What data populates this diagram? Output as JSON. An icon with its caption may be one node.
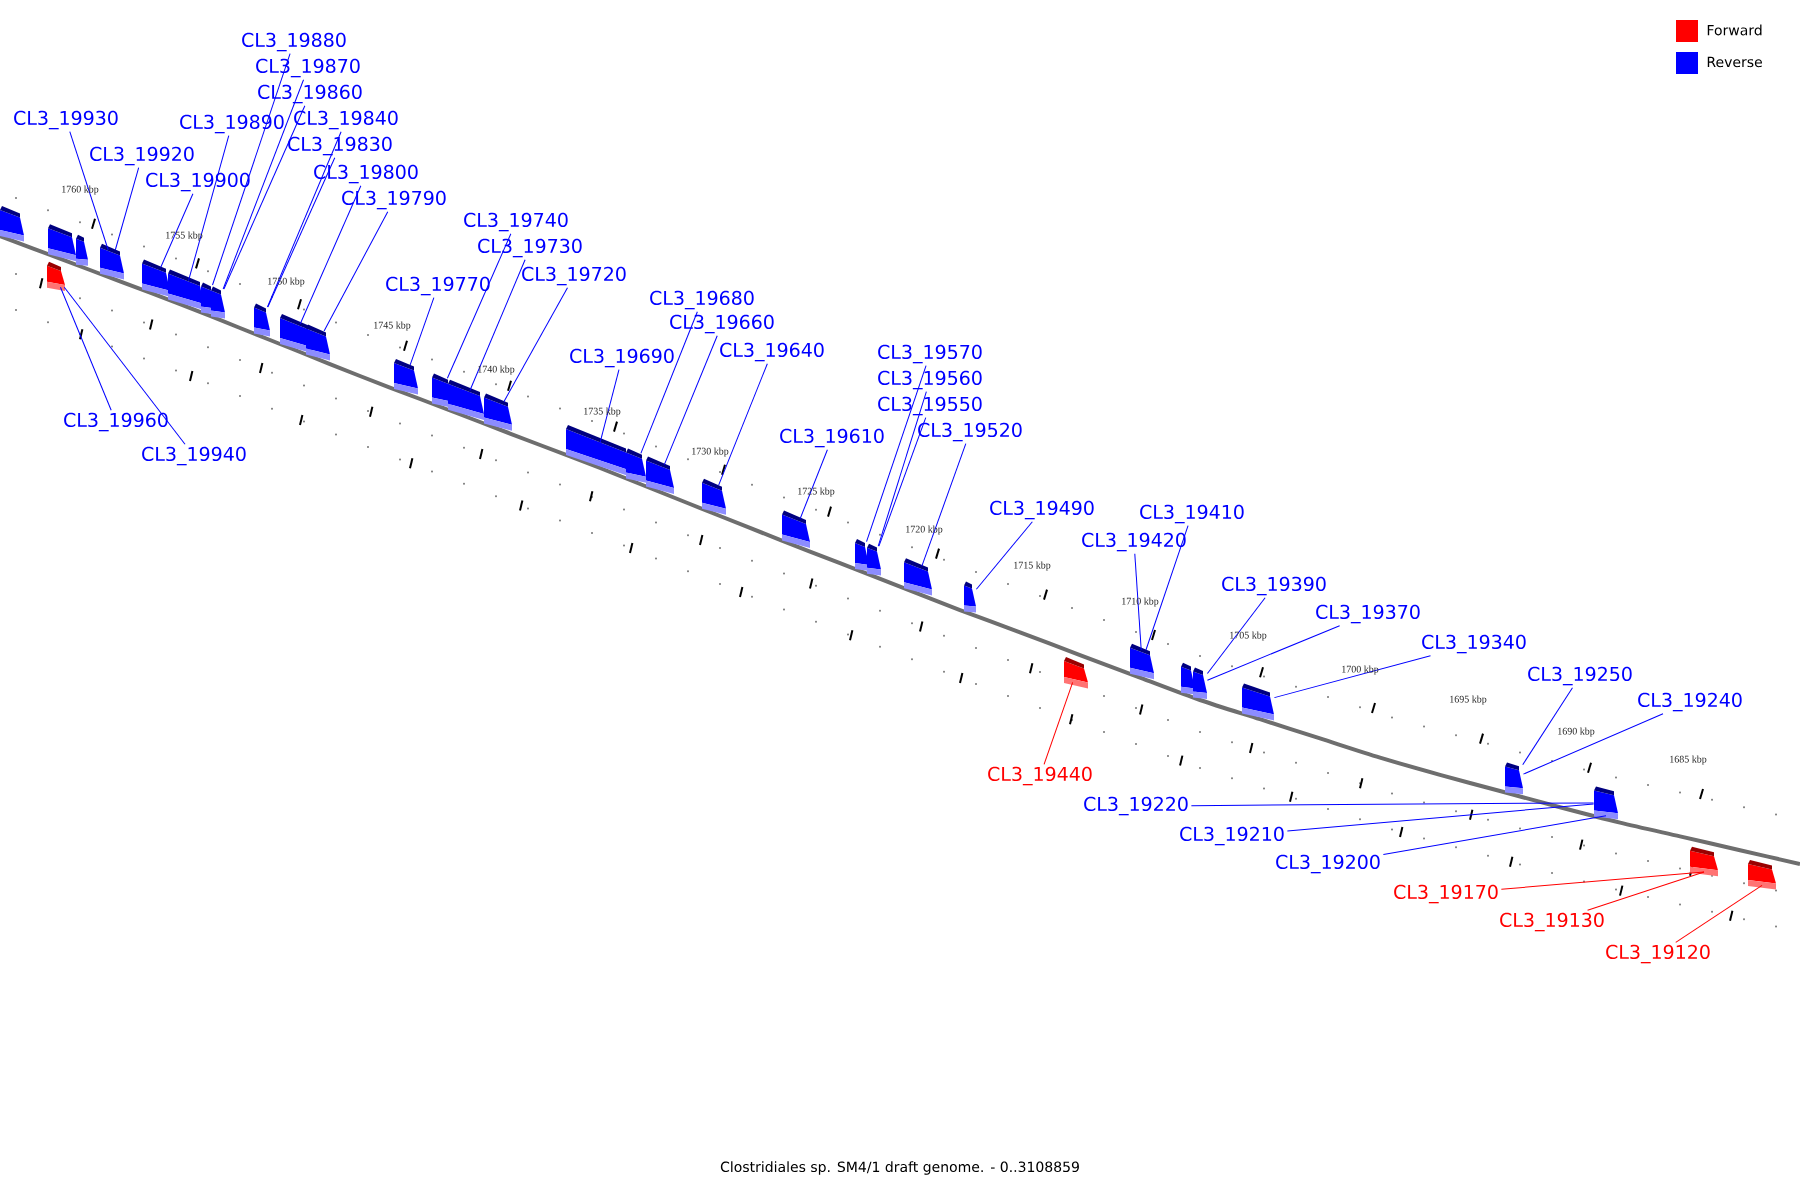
{
  "diagram": {
    "caption": "Clostridiales sp. SM4/1 draft genome. - 0..3108859",
    "nodes": [
      {
        "text": [
          "CL3_19880"
        ]
      },
      {
        "text": [
          "CL3_19870"
        ]
      },
      {
        "text": [
          "CL3_19860"
        ]
      },
      {
        "text": [
          "CL3_19930"
        ]
      },
      {
        "text": [
          "CL3_19840"
        ]
      },
      {
        "text": [
          "CL3_19890"
        ]
      },
      {
        "text": [
          "CL3_19830"
        ]
      },
      {
        "text": [
          "CL3_19920"
        ]
      },
      {
        "text": [
          "CL3_19800"
        ]
      },
      {
        "text": [
          "CL3_19900"
        ]
      },
      {
        "text": [
          "CL3_19790"
        ]
      },
      {
        "text": [
          "CL3_19740"
        ]
      },
      {
        "text": [
          "CL3_19730"
        ]
      },
      {
        "text": [
          "CL3_19720"
        ]
      },
      {
        "text": [
          "CL3_19770"
        ]
      },
      {
        "text": [
          "CL3_19680"
        ]
      },
      {
        "text": [
          "CL3_19660"
        ]
      },
      {
        "text": [
          "CL3_19640"
        ]
      },
      {
        "text": [
          "CL3_19570"
        ]
      },
      {
        "text": [
          "CL3_19690"
        ]
      },
      {
        "text": [
          "CL3_19560"
        ]
      },
      {
        "text": [
          "CL3_19550"
        ]
      },
      {
        "text": [
          "CL3_19960"
        ]
      },
      {
        "text": [
          "CL3_19520"
        ]
      },
      {
        "text": [
          "CL3_19610"
        ]
      },
      {
        "text": [
          "CL3_19940"
        ]
      },
      {
        "text": [
          "CL3_19490"
        ]
      },
      {
        "text": [
          "CL3_19410"
        ]
      },
      {
        "text": [
          "CL3_19420"
        ]
      },
      {
        "text": [
          "CL3_19390"
        ]
      },
      {
        "text": [
          "CL3_19370"
        ]
      },
      {
        "text": [
          "CL3_19340"
        ]
      },
      {
        "text": [
          "CL3_19250"
        ]
      },
      {
        "text": [
          "CL3_19240"
        ]
      },
      {
        "text": [
          "CL3_19440"
        ]
      },
      {
        "text": [
          "CL3_19220"
        ]
      },
      {
        "text": [
          "CL3_19210"
        ]
      },
      {
        "text": [
          "CL3_19200"
        ]
      },
      {
        "text": [
          "CL3_19170"
        ]
      },
      {
        "text": [
          "CL3_19130"
        ]
      },
      {
        "text": [
          "CL3_19120"
        ]
      },
      {
        "text": [],
        "shape": "box"
      },
      {
        "text": [],
        "shape": "box"
      },
      {
        "text": [],
        "shape": "box"
      },
      {
        "text": [],
        "shape": "box"
      },
      {
        "text": [],
        "shape": "box"
      },
      {
        "text": [],
        "shape": "box"
      },
      {
        "text": [],
        "shape": "box"
      },
      {
        "text": [],
        "shape": "box"
      },
      {
        "text": [],
        "shape": "box"
      },
      {
        "text": [],
        "shape": "box"
      },
      {
        "text": [],
        "shape": "box"
      },
      {
        "text": [],
        "shape": "box"
      },
      {
        "text": [],
        "shape": "box"
      },
      {
        "text": [],
        "shape": "box"
      },
      {
        "text": [],
        "shape": "box"
      },
      {
        "text": [],
        "shape": "box"
      },
      {
        "text": [],
        "shape": "box"
      },
      {
        "text": [],
        "shape": "box"
      },
      {
        "text": [],
        "shape": "box"
      },
      {
        "text": [],
        "shape": "box"
      },
      {
        "text": [],
        "shape": "box"
      },
      {
        "text": [],
        "shape": "box"
      },
      {
        "text": [],
        "shape": "box"
      },
      {
        "text": [],
        "shape": "box"
      },
      {
        "text": [],
        "shape": "box"
      },
      {
        "text": [],
        "shape": "box"
      },
      {
        "text": [],
        "shape": "box"
      },
      {
        "text": [],
        "shape": "box"
      },
      {
        "text": [],
        "shape": "box"
      },
      {
        "text": [],
        "shape": "box"
      },
      {
        "text": [],
        "shape": "box"
      },
      {
        "text": [],
        "shape": "box"
      },
      {
        "text": [],
        "shape": "box"
      },
      {
        "text": [],
        "shape": "box"
      }
    ],
    "edges": [
      {
        "from": 0,
        "to": 48,
        "arrow": "none"
      },
      {
        "from": 1,
        "to": 49,
        "arrow": "none"
      },
      {
        "from": 2,
        "to": 49,
        "arrow": "none"
      },
      {
        "from": 3,
        "to": 45,
        "arrow": "none"
      },
      {
        "from": 4,
        "to": 50,
        "arrow": "none"
      },
      {
        "from": 5,
        "to": 47,
        "arrow": "none"
      },
      {
        "from": 6,
        "to": 50,
        "arrow": "none"
      },
      {
        "from": 7,
        "to": 45,
        "arrow": "none"
      },
      {
        "from": 8,
        "to": 51,
        "arrow": "none"
      },
      {
        "from": 9,
        "to": 46,
        "arrow": "none"
      },
      {
        "from": 10,
        "to": 52,
        "arrow": "none"
      },
      {
        "from": 11,
        "to": 54,
        "arrow": "none"
      },
      {
        "from": 12,
        "to": 55,
        "arrow": "none"
      },
      {
        "from": 13,
        "to": 56,
        "arrow": "none"
      },
      {
        "from": 14,
        "to": 53,
        "arrow": "none"
      },
      {
        "from": 15,
        "to": 58,
        "arrow": "none"
      },
      {
        "from": 16,
        "to": 59,
        "arrow": "none"
      },
      {
        "from": 17,
        "to": 60,
        "arrow": "none"
      },
      {
        "from": 18,
        "to": 62,
        "arrow": "none"
      },
      {
        "from": 19,
        "to": 57,
        "arrow": "none"
      },
      {
        "from": 20,
        "to": 63,
        "arrow": "none"
      },
      {
        "from": 21,
        "to": 63,
        "arrow": "none"
      },
      {
        "from": 22,
        "to": 42,
        "arrow": "none"
      },
      {
        "from": 23,
        "to": 64,
        "arrow": "none"
      },
      {
        "from": 24,
        "to": 61,
        "arrow": "none"
      },
      {
        "from": 25,
        "to": 42,
        "arrow": "none"
      },
      {
        "from": 26,
        "to": 65,
        "arrow": "none"
      },
      {
        "from": 27,
        "to": 67,
        "arrow": "none"
      },
      {
        "from": 28,
        "to": 67,
        "arrow": "none"
      },
      {
        "from": 29,
        "to": 69,
        "arrow": "none"
      },
      {
        "from": 30,
        "to": 69,
        "arrow": "none"
      },
      {
        "from": 31,
        "to": 70,
        "arrow": "none"
      },
      {
        "from": 32,
        "to": 71,
        "arrow": "none"
      },
      {
        "from": 33,
        "to": 71,
        "arrow": "none"
      },
      {
        "from": 34,
        "to": 66,
        "arrow": "none",
        "color": "#ff0000"
      },
      {
        "from": 35,
        "to": 72,
        "arrow": "none"
      },
      {
        "from": 36,
        "to": 72,
        "arrow": "none"
      },
      {
        "from": 37,
        "to": 72,
        "arrow": "none"
      },
      {
        "from": 38,
        "to": 73,
        "arrow": "none",
        "color": "#ff0000"
      },
      {
        "from": 39,
        "to": 73,
        "arrow": "none",
        "color": "#ff0000"
      },
      {
        "from": 40,
        "to": 74,
        "arrow": "none",
        "color": "#ff0000"
      }
    ],
    "labels": [
      "1760 kbp",
      "1755 kbp",
      "1750 kbp",
      "1745 kbp",
      "1740 kbp",
      "1735 kbp",
      "1730 kbp",
      "1725 kbp",
      "1720 kbp",
      "1715 kbp",
      "1710 kbp",
      "1705 kbp",
      "1700 kbp",
      "1695 kbp",
      "1690 kbp",
      "1685 kbp"
    ],
    "legend": [
      {
        "text": "Forward",
        "color": "#ff0000"
      },
      {
        "text": "Reverse",
        "color": "#0000ff"
      }
    ]
  }
}
